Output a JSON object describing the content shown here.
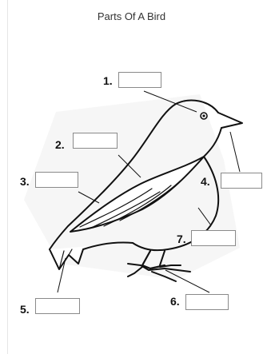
{
  "title": "Parts Of A Bird",
  "labels": [
    {
      "number": "1.",
      "answer": ""
    },
    {
      "number": "2.",
      "answer": ""
    },
    {
      "number": "3.",
      "answer": ""
    },
    {
      "number": "4.",
      "answer": ""
    },
    {
      "number": "5.",
      "answer": ""
    },
    {
      "number": "6.",
      "answer": ""
    },
    {
      "number": "7.",
      "answer": ""
    }
  ],
  "colors": {
    "line": "#111111",
    "box_border": "#8a8a8a",
    "shadow": "#eeeeee"
  }
}
